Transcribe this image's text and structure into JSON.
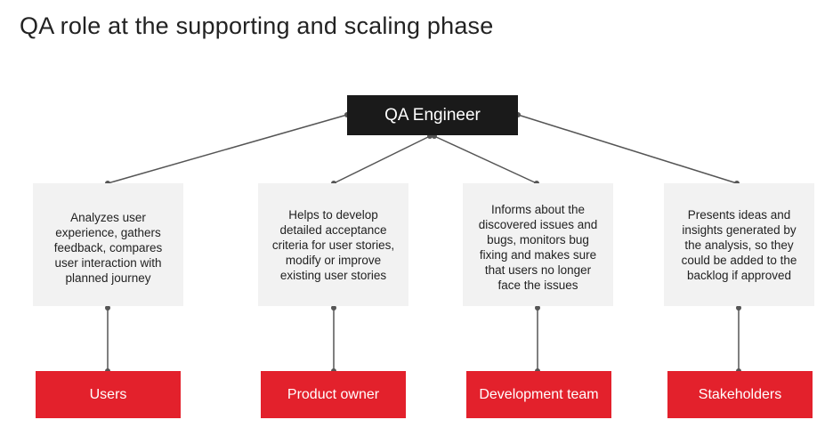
{
  "title": "QA role at the supporting and scaling phase",
  "root": {
    "label": "QA Engineer"
  },
  "branches": [
    {
      "description": "Analyzes user experience, gathers feedback, compares user interaction with planned journey",
      "label": "Users"
    },
    {
      "description": "Helps to develop detailed acceptance criteria for user stories, modify or improve existing user stories",
      "label": "Product owner"
    },
    {
      "description": "Informs about the discovered issues and bugs, monitors bug fixing and makes sure that users no longer face the issues",
      "label": "Development team"
    },
    {
      "description": "Presents ideas and insights generated by the analysis, so they could be added to the backlog if approved",
      "label": "Stakeholders"
    }
  ],
  "colors": {
    "root_fill": "#1a1a1a",
    "description_fill": "#f2f2f2",
    "leaf_fill": "#e3212c",
    "connector": "#555555"
  }
}
